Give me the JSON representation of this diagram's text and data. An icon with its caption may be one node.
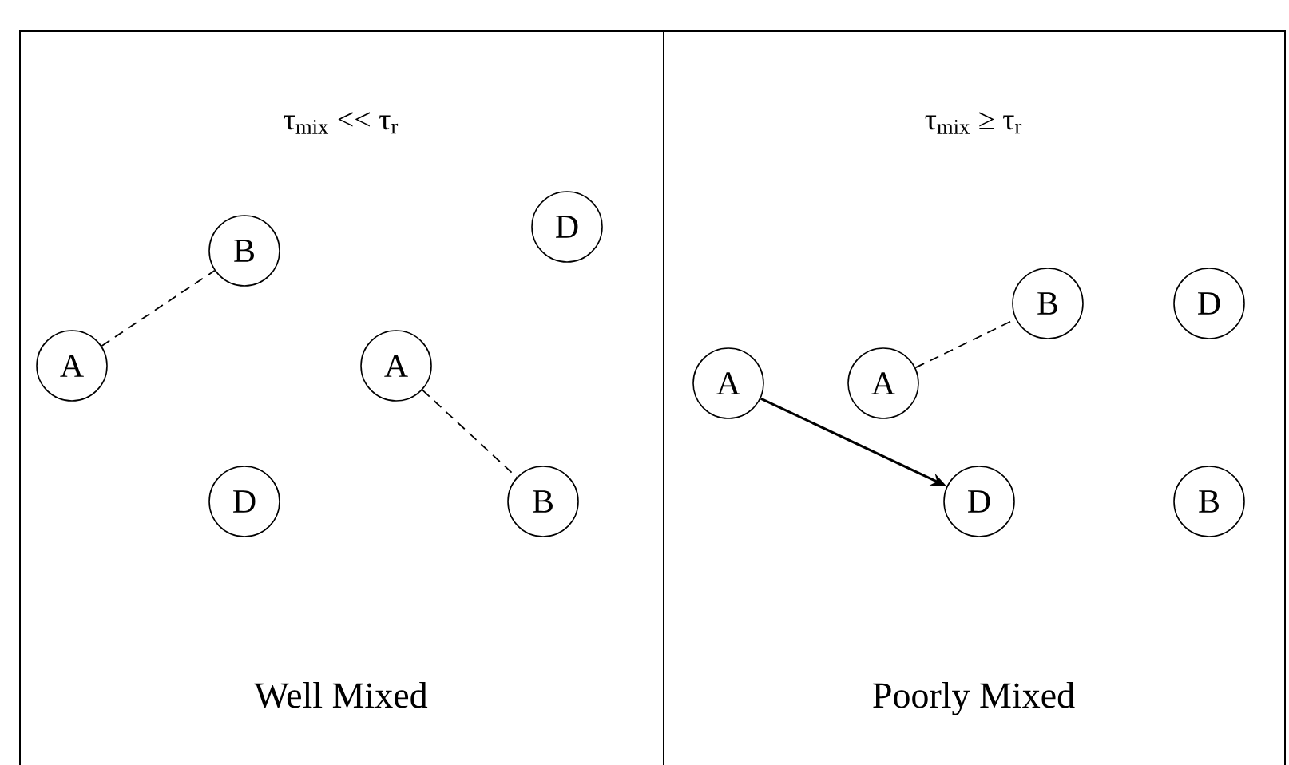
{
  "diagram": {
    "nodes": [
      {
        "text": [
          "τ$_{mix}$ << τ$_{r}$",
          "Well Mixed"
        ]
      },
      {
        "text": [
          "B"
        ],
        "in": 0
      },
      {
        "text": [
          "A"
        ],
        "in": 0
      },
      {
        "text": [
          "D"
        ],
        "in": 0
      },
      {
        "text": [
          "A"
        ],
        "in": 0
      },
      {
        "text": [
          "D"
        ],
        "in": 0
      },
      {
        "text": [
          "B"
        ],
        "in": 0
      },
      {
        "text": [
          "τ$_{mix}$ ≥ τ$_{r}$",
          "Poorly Mixed"
        ]
      },
      {
        "text": [
          "A"
        ],
        "in": 7
      },
      {
        "text": [
          "A"
        ],
        "in": 7
      },
      {
        "text": [
          "B"
        ],
        "in": 7
      },
      {
        "text": [
          "D"
        ],
        "in": 7
      },
      {
        "text": [
          "D"
        ],
        "in": 7
      },
      {
        "text": [
          "B"
        ],
        "in": 7
      }
    ],
    "edges": [
      {
        "from": 2,
        "to": 1,
        "arrow": "none",
        "style": "dashed"
      },
      {
        "from": 4,
        "to": 6,
        "arrow": "none",
        "style": "dashed"
      },
      {
        "from": 9,
        "to": 10,
        "arrow": "none",
        "style": "dashed"
      },
      {
        "from": 8,
        "to": 12,
        "arrow": "to"
      }
    ]
  }
}
